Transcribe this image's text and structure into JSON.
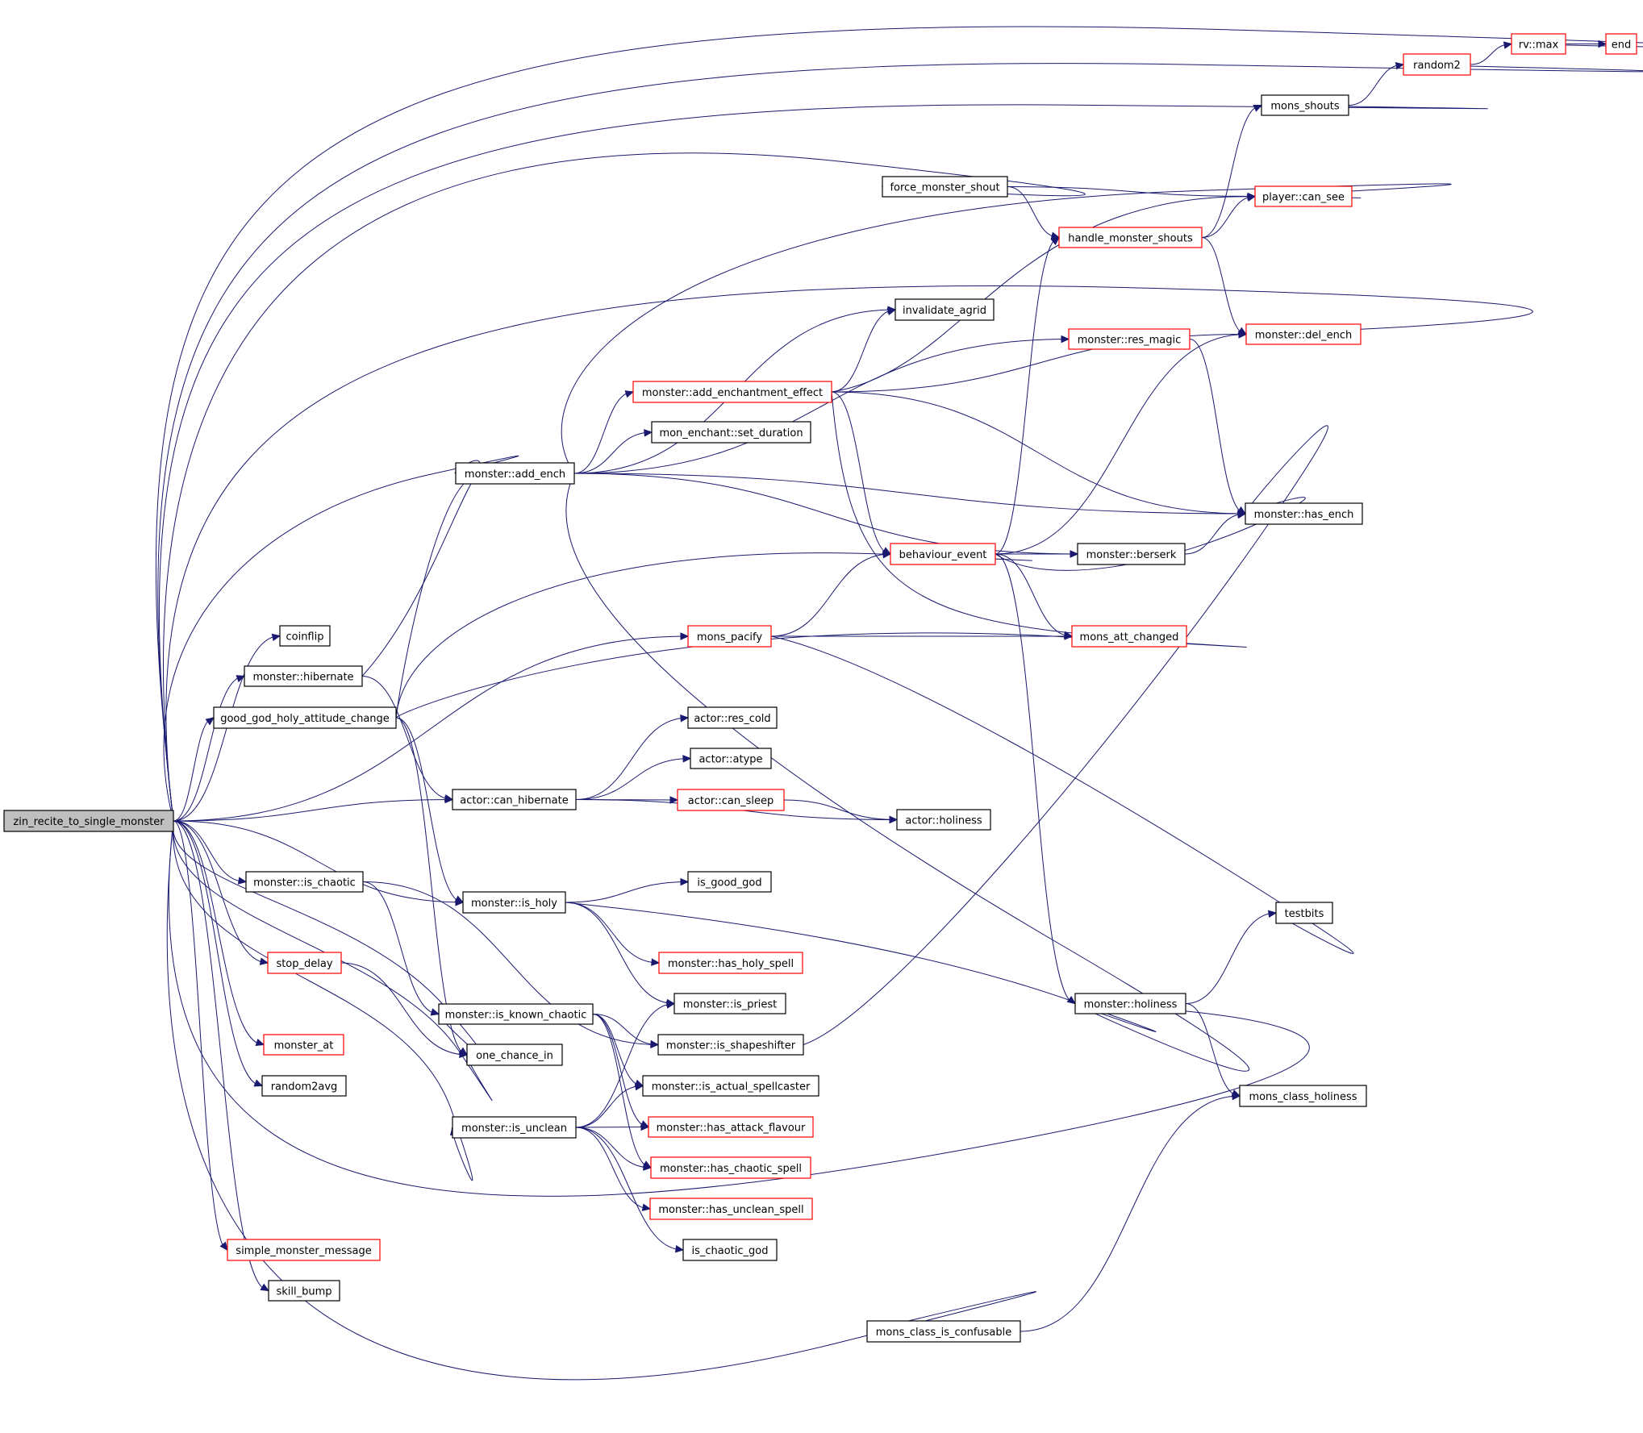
{
  "graph": {
    "type": "call-graph",
    "root": "zin_recite_to_single_monster",
    "colors": {
      "edge": "#191970",
      "root_fill": "#bfbfbf",
      "node_border": "#000000",
      "truncated_border": "#ff0000",
      "background": "#ffffff"
    },
    "nodes": [
      {
        "id": "zin",
        "label": "zin_recite_to_single_monster",
        "style": "root"
      },
      {
        "id": "rvmax",
        "label": "rv::max",
        "style": "truncated"
      },
      {
        "id": "end",
        "label": "end",
        "style": "truncated"
      },
      {
        "id": "random2",
        "label": "random2",
        "style": "truncated"
      },
      {
        "id": "mons_shouts",
        "label": "mons_shouts",
        "style": "normal"
      },
      {
        "id": "player_can_see",
        "label": "player::can_see",
        "style": "truncated"
      },
      {
        "id": "force_monster_shout",
        "label": "force_monster_shout",
        "style": "normal"
      },
      {
        "id": "handle_monster_shouts",
        "label": "handle_monster_shouts",
        "style": "truncated"
      },
      {
        "id": "invalidate_agrid",
        "label": "invalidate_agrid",
        "style": "normal"
      },
      {
        "id": "res_magic",
        "label": "monster::res_magic",
        "style": "truncated"
      },
      {
        "id": "del_ench",
        "label": "monster::del_ench",
        "style": "truncated"
      },
      {
        "id": "add_ench_effect",
        "label": "monster::add_enchantment_effect",
        "style": "truncated"
      },
      {
        "id": "set_duration",
        "label": "mon_enchant::set_duration",
        "style": "normal"
      },
      {
        "id": "add_ench",
        "label": "monster::add_ench",
        "style": "normal"
      },
      {
        "id": "has_ench",
        "label": "monster::has_ench",
        "style": "normal"
      },
      {
        "id": "behaviour_event",
        "label": "behaviour_event",
        "style": "truncated"
      },
      {
        "id": "berserk",
        "label": "monster::berserk",
        "style": "normal"
      },
      {
        "id": "coinflip",
        "label": "coinflip",
        "style": "normal"
      },
      {
        "id": "mons_pacify",
        "label": "mons_pacify",
        "style": "truncated"
      },
      {
        "id": "mons_att_changed",
        "label": "mons_att_changed",
        "style": "truncated"
      },
      {
        "id": "hibernate",
        "label": "monster::hibernate",
        "style": "normal"
      },
      {
        "id": "good_god",
        "label": "good_god_holy_attitude_change",
        "style": "normal"
      },
      {
        "id": "res_cold",
        "label": "actor::res_cold",
        "style": "normal"
      },
      {
        "id": "atype",
        "label": "actor::atype",
        "style": "normal"
      },
      {
        "id": "can_hibernate",
        "label": "actor::can_hibernate",
        "style": "normal"
      },
      {
        "id": "can_sleep",
        "label": "actor::can_sleep",
        "style": "truncated"
      },
      {
        "id": "actor_holiness",
        "label": "actor::holiness",
        "style": "normal"
      },
      {
        "id": "is_chaotic",
        "label": "monster::is_chaotic",
        "style": "normal"
      },
      {
        "id": "is_holy",
        "label": "monster::is_holy",
        "style": "normal"
      },
      {
        "id": "is_good_god",
        "label": "is_good_god",
        "style": "normal"
      },
      {
        "id": "testbits",
        "label": "testbits",
        "style": "normal"
      },
      {
        "id": "has_holy_spell",
        "label": "monster::has_holy_spell",
        "style": "truncated"
      },
      {
        "id": "stop_delay",
        "label": "stop_delay",
        "style": "truncated"
      },
      {
        "id": "is_priest",
        "label": "monster::is_priest",
        "style": "normal"
      },
      {
        "id": "monster_holiness",
        "label": "monster::holiness",
        "style": "normal"
      },
      {
        "id": "is_known_chaotic",
        "label": "monster::is_known_chaotic",
        "style": "normal"
      },
      {
        "id": "is_shapeshifter",
        "label": "monster::is_shapeshifter",
        "style": "normal"
      },
      {
        "id": "monster_at",
        "label": "monster_at",
        "style": "truncated"
      },
      {
        "id": "one_chance_in",
        "label": "one_chance_in",
        "style": "normal"
      },
      {
        "id": "random2avg",
        "label": "random2avg",
        "style": "normal"
      },
      {
        "id": "is_actual_spellcaster",
        "label": "monster::is_actual_spellcaster",
        "style": "normal"
      },
      {
        "id": "mons_class_holiness",
        "label": "mons_class_holiness",
        "style": "normal"
      },
      {
        "id": "is_unclean",
        "label": "monster::is_unclean",
        "style": "normal"
      },
      {
        "id": "has_attack_flavour",
        "label": "monster::has_attack_flavour",
        "style": "truncated"
      },
      {
        "id": "has_chaotic_spell",
        "label": "monster::has_chaotic_spell",
        "style": "truncated"
      },
      {
        "id": "has_unclean_spell",
        "label": "monster::has_unclean_spell",
        "style": "truncated"
      },
      {
        "id": "is_chaotic_god",
        "label": "is_chaotic_god",
        "style": "normal"
      },
      {
        "id": "simple_monster_message",
        "label": "simple_monster_message",
        "style": "truncated"
      },
      {
        "id": "skill_bump",
        "label": "skill_bump",
        "style": "normal"
      },
      {
        "id": "mons_class_is_confusable",
        "label": "mons_class_is_confusable",
        "style": "normal"
      }
    ],
    "edges": [
      [
        "zin",
        "rvmax"
      ],
      [
        "zin",
        "random2"
      ],
      [
        "zin",
        "mons_shouts"
      ],
      [
        "zin",
        "force_monster_shout"
      ],
      [
        "zin",
        "del_ench"
      ],
      [
        "zin",
        "add_ench"
      ],
      [
        "zin",
        "coinflip"
      ],
      [
        "zin",
        "hibernate"
      ],
      [
        "zin",
        "good_god"
      ],
      [
        "zin",
        "mons_pacify"
      ],
      [
        "zin",
        "can_hibernate"
      ],
      [
        "zin",
        "is_chaotic"
      ],
      [
        "zin",
        "is_holy"
      ],
      [
        "zin",
        "stop_delay"
      ],
      [
        "zin",
        "is_known_chaotic"
      ],
      [
        "zin",
        "one_chance_in"
      ],
      [
        "zin",
        "monster_at"
      ],
      [
        "zin",
        "random2avg"
      ],
      [
        "zin",
        "is_unclean"
      ],
      [
        "zin",
        "monster_holiness"
      ],
      [
        "zin",
        "simple_monster_message"
      ],
      [
        "zin",
        "skill_bump"
      ],
      [
        "zin",
        "mons_class_is_confusable"
      ],
      [
        "random2",
        "rvmax"
      ],
      [
        "rvmax",
        "end"
      ],
      [
        "mons_shouts",
        "random2"
      ],
      [
        "force_monster_shout",
        "player_can_see"
      ],
      [
        "force_monster_shout",
        "handle_monster_shouts"
      ],
      [
        "handle_monster_shouts",
        "mons_shouts"
      ],
      [
        "handle_monster_shouts",
        "player_can_see"
      ],
      [
        "handle_monster_shouts",
        "del_ench"
      ],
      [
        "add_ench",
        "player_can_see"
      ],
      [
        "add_ench",
        "invalidate_agrid"
      ],
      [
        "add_ench",
        "res_magic"
      ],
      [
        "add_ench",
        "add_ench_effect"
      ],
      [
        "add_ench",
        "set_duration"
      ],
      [
        "add_ench",
        "has_ench"
      ],
      [
        "add_ench",
        "berserk"
      ],
      [
        "add_ench",
        "monster_holiness"
      ],
      [
        "add_ench_effect",
        "invalidate_agrid"
      ],
      [
        "add_ench_effect",
        "player_can_see"
      ],
      [
        "add_ench_effect",
        "del_ench"
      ],
      [
        "add_ench_effect",
        "has_ench"
      ],
      [
        "add_ench_effect",
        "behaviour_event"
      ],
      [
        "add_ench_effect",
        "mons_att_changed"
      ],
      [
        "res_magic",
        "has_ench"
      ],
      [
        "behaviour_event",
        "handle_monster_shouts"
      ],
      [
        "behaviour_event",
        "del_ench"
      ],
      [
        "behaviour_event",
        "berserk"
      ],
      [
        "behaviour_event",
        "has_ench"
      ],
      [
        "behaviour_event",
        "mons_att_changed"
      ],
      [
        "behaviour_event",
        "monster_holiness"
      ],
      [
        "berserk",
        "has_ench"
      ],
      [
        "mons_pacify",
        "behaviour_event"
      ],
      [
        "mons_pacify",
        "mons_att_changed"
      ],
      [
        "mons_pacify",
        "testbits"
      ],
      [
        "hibernate",
        "add_ench"
      ],
      [
        "hibernate",
        "can_hibernate"
      ],
      [
        "good_god",
        "add_ench"
      ],
      [
        "good_god",
        "behaviour_event"
      ],
      [
        "good_god",
        "mons_att_changed"
      ],
      [
        "good_god",
        "is_holy"
      ],
      [
        "good_god",
        "one_chance_in"
      ],
      [
        "can_hibernate",
        "res_cold"
      ],
      [
        "can_hibernate",
        "atype"
      ],
      [
        "can_hibernate",
        "can_sleep"
      ],
      [
        "can_hibernate",
        "actor_holiness"
      ],
      [
        "can_sleep",
        "actor_holiness"
      ],
      [
        "is_chaotic",
        "is_known_chaotic"
      ],
      [
        "is_chaotic",
        "is_shapeshifter"
      ],
      [
        "is_holy",
        "is_good_god"
      ],
      [
        "is_holy",
        "has_holy_spell"
      ],
      [
        "is_holy",
        "is_priest"
      ],
      [
        "is_holy",
        "monster_holiness"
      ],
      [
        "monster_holiness",
        "testbits"
      ],
      [
        "monster_holiness",
        "mons_class_holiness"
      ],
      [
        "stop_delay",
        "one_chance_in"
      ],
      [
        "is_known_chaotic",
        "is_shapeshifter"
      ],
      [
        "is_known_chaotic",
        "is_actual_spellcaster"
      ],
      [
        "is_known_chaotic",
        "has_attack_flavour"
      ],
      [
        "is_known_chaotic",
        "has_chaotic_spell"
      ],
      [
        "is_shapeshifter",
        "has_ench"
      ],
      [
        "is_unclean",
        "is_priest"
      ],
      [
        "is_unclean",
        "is_actual_spellcaster"
      ],
      [
        "is_unclean",
        "has_attack_flavour"
      ],
      [
        "is_unclean",
        "has_chaotic_spell"
      ],
      [
        "is_unclean",
        "has_unclean_spell"
      ],
      [
        "is_unclean",
        "is_chaotic_god"
      ],
      [
        "mons_class_is_confusable",
        "mons_class_holiness"
      ]
    ]
  }
}
